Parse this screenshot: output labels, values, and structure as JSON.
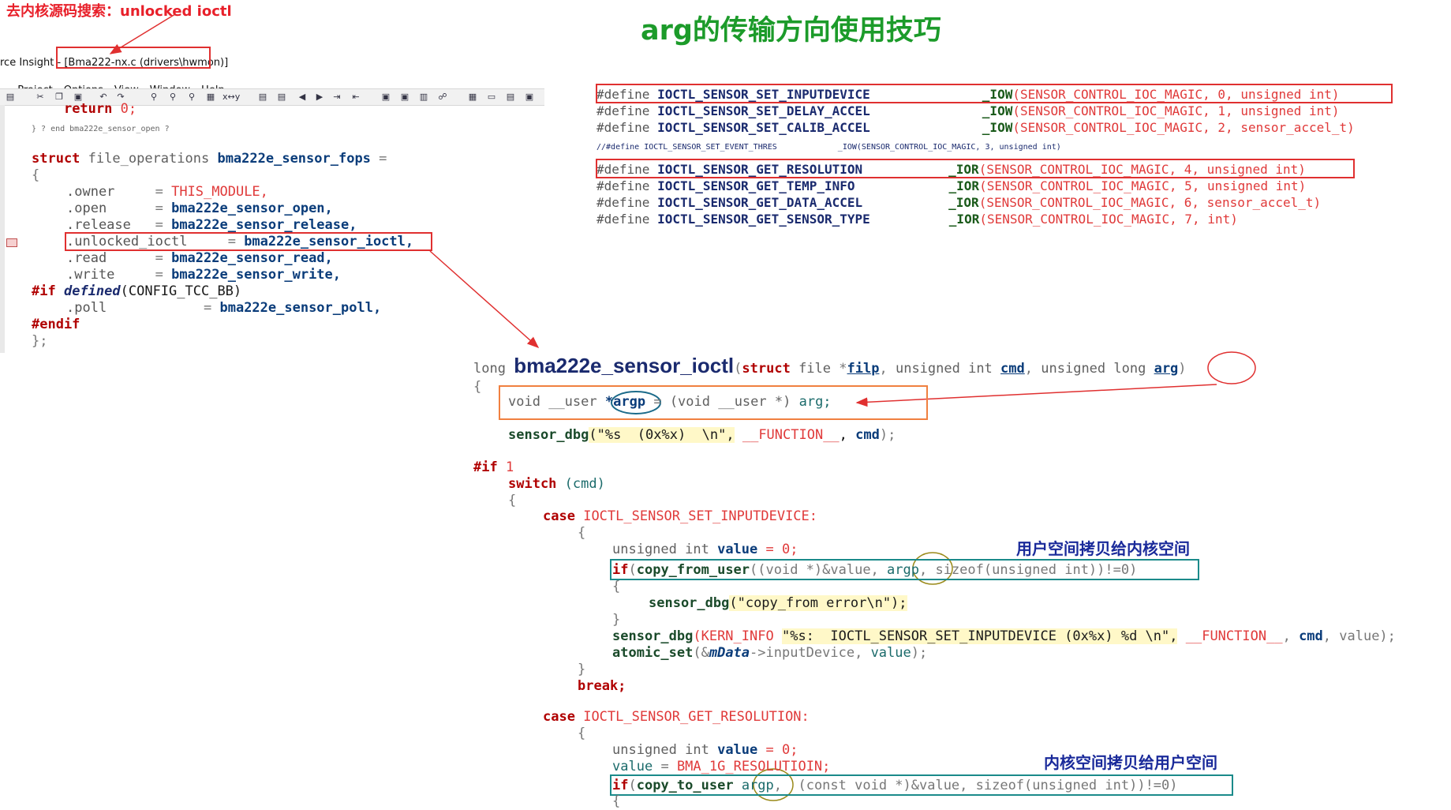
{
  "header": {
    "title": "arg的传输方向使用技巧"
  },
  "note": {
    "text": "去内核源码搜索：unlocked ioctl"
  },
  "window": {
    "title_prefix": "rce Insight - ",
    "title_file": "[Bma222-nx.c (drivers\\hwmon)]",
    "menu": [
      "Project",
      "Options",
      "View",
      "Window",
      "Help"
    ]
  },
  "toolbar": {
    "icons": [
      "print-icon",
      "cut-icon",
      "copy-icon",
      "paste-icon",
      "undo-icon",
      "redo-icon",
      "find-icon",
      "find-prev-icon",
      "find-next-icon",
      "replace-icon",
      "swap-icon",
      "bookmark-set-icon",
      "bookmark-clear-icon",
      "back-icon",
      "forward-icon",
      "jump-icon",
      "sync-icon",
      "browse-icon",
      "lookup-icon",
      "symbol-window-icon",
      "relation-icon",
      "layout1-icon",
      "layout2-icon",
      "layout3-icon",
      "layout4-icon"
    ]
  },
  "left_code": {
    "return_kw": "return",
    "return_val": "0;",
    "end_comment": "} ? end bma222e_sensor_open ?",
    "struct_kw": "struct",
    "struct_type": "file_operations",
    "struct_name": "bma222e_sensor_fops",
    "eq": "=",
    "open_brace": "{",
    "fields": [
      {
        "name": ".owner",
        "pad": "     = ",
        "value": "THIS_MODULE,"
      },
      {
        "name": ".open",
        "pad": "      = ",
        "value": "bma222e_sensor_open,"
      },
      {
        "name": ".release",
        "pad": "   = ",
        "value": "bma222e_sensor_release,"
      },
      {
        "name": ".unlocked_ioctl",
        "pad": "     = ",
        "value": "bma222e_sensor_ioctl,"
      },
      {
        "name": ".read",
        "pad": "      = ",
        "value": "bma222e_sensor_read,"
      },
      {
        "name": ".write",
        "pad": "     = ",
        "value": "bma222e_sensor_write,"
      }
    ],
    "if_kw": "#if",
    "defined_kw": "defined",
    "if_cond": "(CONFIG_TCC_BB)",
    "poll_name": ".poll",
    "poll_pad": "            = ",
    "poll_value": "bma222e_sensor_poll,",
    "endif_kw": "#endif",
    "close": "};"
  },
  "defines": [
    {
      "kw": "#define",
      "name": "IOCTL_SENSOR_SET_INPUTDEVICE",
      "macro": "_IOW",
      "args": "(SENSOR_CONTROL_IOC_MAGIC, 0, unsigned int)"
    },
    {
      "kw": "#define",
      "name": "IOCTL_SENSOR_SET_DELAY_ACCEL",
      "macro": "_IOW",
      "args": "(SENSOR_CONTROL_IOC_MAGIC, 1, unsigned int)"
    },
    {
      "kw": "#define",
      "name": "IOCTL_SENSOR_SET_CALIB_ACCEL",
      "macro": "_IOW",
      "args": "(SENSOR_CONTROL_IOC_MAGIC, 2, sensor_accel_t)"
    },
    {
      "kw": "//#define",
      "name": "IOCTL_SENSOR_SET_EVENT_THRES",
      "macro": "_IOW",
      "args": "(SENSOR_CONTROL_IOC_MAGIC, 3, unsigned int)"
    },
    {
      "kw": "#define",
      "name": "IOCTL_SENSOR_GET_RESOLUTION",
      "macro": "_IOR",
      "args": "(SENSOR_CONTROL_IOC_MAGIC, 4, unsigned int)"
    },
    {
      "kw": "#define",
      "name": "IOCTL_SENSOR_GET_TEMP_INFO",
      "macro": "_IOR",
      "args": "(SENSOR_CONTROL_IOC_MAGIC, 5, unsigned int)"
    },
    {
      "kw": "#define",
      "name": "IOCTL_SENSOR_GET_DATA_ACCEL",
      "macro": "_IOR",
      "args": "(SENSOR_CONTROL_IOC_MAGIC, 6, sensor_accel_t)"
    },
    {
      "kw": "#define",
      "name": "IOCTL_SENSOR_GET_SENSOR_TYPE",
      "macro": "_IOR",
      "args": "(SENSOR_CONTROL_IOC_MAGIC, 7, int)"
    }
  ],
  "ioctl": {
    "ret": "long",
    "fname": "bma222e_sensor_ioctl",
    "p_open": "(",
    "p_struct": "struct",
    "p_file": "file",
    "p_star": "*",
    "p_filp": "filp",
    "p_comma1": ",",
    "p_uint": "unsigned int",
    "p_cmd": "cmd",
    "p_comma2": ",",
    "p_ulong": "unsigned long",
    "p_arg": "arg",
    "p_close": ")",
    "brace_open": "{",
    "argp_void": "void",
    "argp_user": "__user",
    "argp_name": "*argp",
    "argp_eq": "=",
    "argp_cast": "(void __user *)",
    "argp_arg": "arg;",
    "dbg_fn": "sensor_dbg",
    "dbg_str": "(\"%s  (0x%x)  \\n\",",
    "dbg_func": "__FUNCTION__",
    "dbg_cmd": "cmd",
    "dbg_end": ");",
    "if_kw": "#if",
    "if_val": "1",
    "switch_kw": "switch",
    "switch_arg": "(cmd)",
    "sw_open": "{",
    "case_kw": "case",
    "case1": "IOCTL_SENSOR_SET_INPUTDEVICE:",
    "c1_open": "{",
    "c1_decl_type": "unsigned int",
    "c1_decl_var": "value",
    "c1_decl_init": "= 0;",
    "c1_if": "if",
    "c1_copy": "copy_from_user",
    "c1_args1": "((void *)&value,",
    "c1_argp": "argp",
    "c1_args2": ", sizeof(unsigned int))!=0)",
    "c1_inner_open": "{",
    "c1_err_fn": "sensor_dbg",
    "c1_err_str": "(\"copy_from error\\n\");",
    "c1_inner_close": "}",
    "c1_dbg_fn": "sensor_dbg",
    "c1_dbg_kern": "(KERN_INFO",
    "c1_dbg_str": "\"%s:  IOCTL_SENSOR_SET_INPUTDEVICE (0x%x) %d \\n\",",
    "c1_dbg_func": "__FUNCTION__",
    "c1_dbg_tail1": ",",
    "c1_dbg_cmd": "cmd",
    "c1_dbg_tail2": ", value);",
    "c1_atomic": "atomic_set",
    "c1_atomic_args1": "(&",
    "c1_atomic_md": "mData",
    "c1_atomic_args2": "->inputDevice, ",
    "c1_atomic_val": "value",
    "c1_atomic_end": ");",
    "c1_close": "}",
    "break_kw": "break;",
    "case2": "IOCTL_SENSOR_GET_RESOLUTION:",
    "c2_open": "{",
    "c2_decl_type": "unsigned int",
    "c2_decl_var": "value",
    "c2_decl_init": "= 0;",
    "c2_assign_var": "value",
    "c2_assign_eq": "=",
    "c2_assign_val": "BMA_1G_RESOLUTIOIN;",
    "c2_if": "if",
    "c2_copy": "copy_to_user",
    "c2_argp": "argp",
    "c2_args": ",  (const void *)&value, sizeof(unsigned int))!=0)",
    "c2_inner_open": "{"
  },
  "annotations": {
    "user_to_kernel": "用户空间拷贝给内核空间",
    "kernel_to_user": "内核空间拷贝给用户空间"
  },
  "colors": {
    "title": "#1c9b2a",
    "red": "#e03030",
    "teal": "#1b8a8a",
    "olive": "#9a8a1a",
    "navy": "#1a2a9a"
  }
}
